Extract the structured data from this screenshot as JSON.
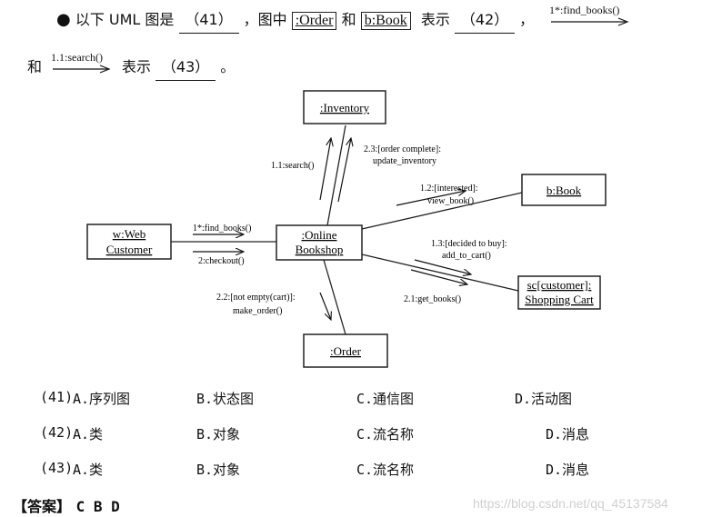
{
  "question": {
    "bullet": "●",
    "line1_intro": "以下 UML 图是",
    "blank41": "（41）",
    "line1_mid": "，图中",
    "order_label": ":Order",
    "and1": "和",
    "book_label": "b:Book",
    "represents1": "表示",
    "blank42": "（42）",
    "comma": "，",
    "find_books_label": "1*:find_books()",
    "and2": "和",
    "search_label": "1.1:search()",
    "represents2": "表示",
    "blank43": "（43）",
    "period": "。"
  },
  "diagram": {
    "objects": {
      "inventory": ":Inventory",
      "book": "b:Book",
      "web_line1": "w:Web",
      "web_line2": "Customer",
      "shop_line1": ":Online",
      "shop_line2": "Bookshop",
      "cart_line1": "sc[customer]:",
      "cart_line2": "Shopping Cart",
      "order": ":Order"
    },
    "messages": {
      "search": "1.1:search()",
      "update_line1": "2.3:[order complete]:",
      "update_line2": "update_inventory",
      "view_line1": "1.2:[interested]:",
      "view_line2": "view_book()",
      "find_books": "1*:find_books()",
      "checkout": "2:checkout()",
      "add_line1": "1.3:[decided to buy]:",
      "add_line2": "add_to_cart()",
      "make_line1": "2.2:[not empty(cart)]:",
      "make_line2": "make_order()",
      "get_books": "2.1:get_books()"
    }
  },
  "options": [
    {
      "num": "(41)",
      "a": "A.序列图",
      "b": "B.状态图",
      "c": "C.通信图",
      "d": "D.活动图"
    },
    {
      "num": "(42)",
      "a": "A.类",
      "b": "B.对象",
      "c": "C.流名称",
      "d": "D.消息"
    },
    {
      "num": "(43)",
      "a": "A.类",
      "b": "B.对象",
      "c": "C.流名称",
      "d": "D.消息"
    }
  ],
  "answer": {
    "label": "【答案】",
    "value": "C B D"
  },
  "watermark": "https://blog.csdn.net/qq_45137584"
}
